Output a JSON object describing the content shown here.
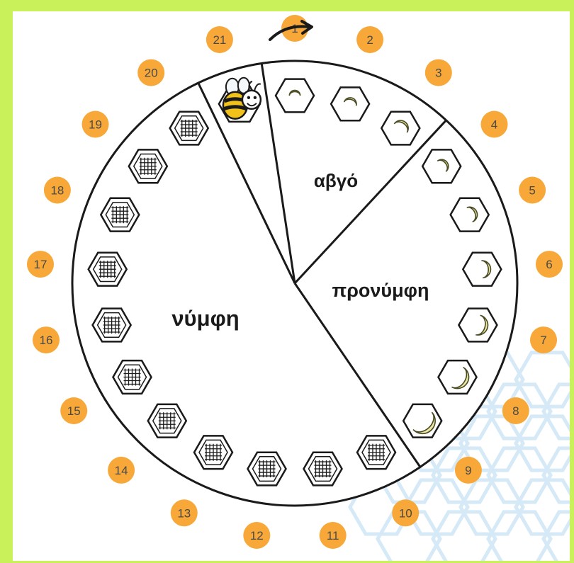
{
  "stages": [
    {
      "key": "egg",
      "label": "αβγό",
      "days": [
        1,
        3
      ]
    },
    {
      "key": "larva",
      "label": "προνύμφη",
      "days": [
        4,
        9
      ]
    },
    {
      "key": "pupa",
      "label": "νύμφη",
      "days": [
        10,
        20
      ]
    },
    {
      "key": "adult",
      "label": "",
      "days": [
        21,
        21
      ]
    }
  ],
  "days": [
    "1",
    "2",
    "3",
    "4",
    "5",
    "6",
    "7",
    "8",
    "9",
    "10",
    "11",
    "12",
    "13",
    "14",
    "15",
    "16",
    "17",
    "18",
    "19",
    "20",
    "21"
  ],
  "cells": [
    {
      "day": 1,
      "content": "egg",
      "growth": 0.2
    },
    {
      "day": 2,
      "content": "egg",
      "growth": 0.3
    },
    {
      "day": 3,
      "content": "egg",
      "growth": 0.45
    },
    {
      "day": 4,
      "content": "larva",
      "growth": 0.35
    },
    {
      "day": 5,
      "content": "larva",
      "growth": 0.45
    },
    {
      "day": 6,
      "content": "larva",
      "growth": 0.55
    },
    {
      "day": 7,
      "content": "larva",
      "growth": 0.7
    },
    {
      "day": 8,
      "content": "larva",
      "growth": 0.85
    },
    {
      "day": 9,
      "content": "larva",
      "growth": 1.0
    },
    {
      "day": 10,
      "content": "capped",
      "growth": 1.0
    },
    {
      "day": 11,
      "content": "capped",
      "growth": 1.0
    },
    {
      "day": 12,
      "content": "capped",
      "growth": 1.0
    },
    {
      "day": 13,
      "content": "capped",
      "growth": 1.0
    },
    {
      "day": 14,
      "content": "capped",
      "growth": 1.0
    },
    {
      "day": 15,
      "content": "capped",
      "growth": 1.0
    },
    {
      "day": 16,
      "content": "capped",
      "growth": 1.0
    },
    {
      "day": 17,
      "content": "capped",
      "growth": 1.0
    },
    {
      "day": 18,
      "content": "capped",
      "growth": 1.0
    },
    {
      "day": 19,
      "content": "capped",
      "growth": 1.0
    },
    {
      "day": 20,
      "content": "capped",
      "growth": 1.0
    },
    {
      "day": 21,
      "content": "bee",
      "growth": 1.0
    }
  ],
  "icons": {
    "direction": "curved-arrow-icon",
    "adult": "bee-icon"
  },
  "colors": {
    "frame": "#c9f25a",
    "badge": "#f7a838",
    "badge_text": "#4a4a4a",
    "larva": "#e9e7a4",
    "larva_outline": "#4a4a22",
    "honeycomb": "#d5e9f7",
    "bee_yellow": "#f3c21a"
  }
}
